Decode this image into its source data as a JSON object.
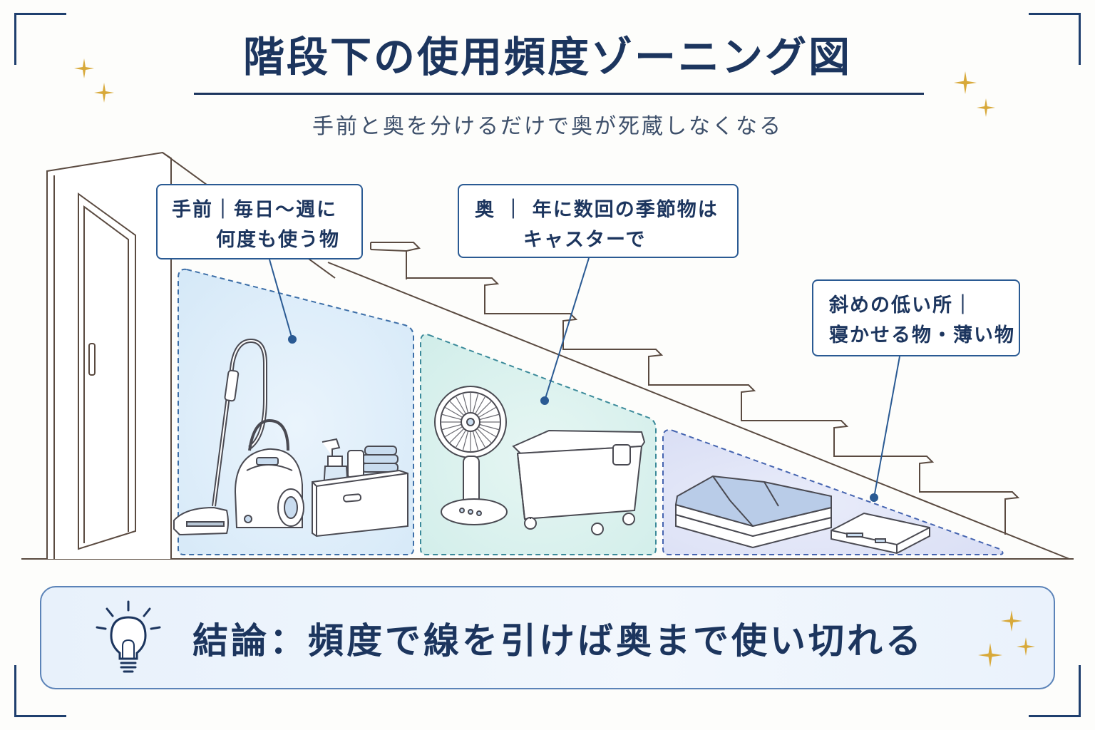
{
  "title": "階段下の使用頻度ゾーニング図",
  "subtitle": "手前と奥を分けるだけで奥が死蔵しなくなる",
  "callouts": {
    "front": {
      "line1": "手前｜毎日〜週に",
      "line2": "何度も使う物"
    },
    "back": {
      "line1": "奥 ｜ 年に数回の季節物は",
      "line2": "キャスターで"
    },
    "slope": {
      "line1": "斜めの低い所｜",
      "line2": "寝かせる物・薄い物"
    }
  },
  "conclusion": "結論：頻度で線を引けば奥まで使い切れる",
  "colors": {
    "navy": "#1c355e",
    "zone_front": "#dcedfa",
    "zone_back": "#d9f0ee",
    "zone_slope": "#dfe4f7",
    "sparkle": "#d8a93a"
  },
  "icons": [
    "vacuum-icon",
    "spray-bottle-icon",
    "storage-box-icon",
    "fan-icon",
    "caster-bin-icon",
    "folding-mattress-icon",
    "flat-case-icon",
    "lightbulb-icon",
    "sparkle-icon"
  ]
}
